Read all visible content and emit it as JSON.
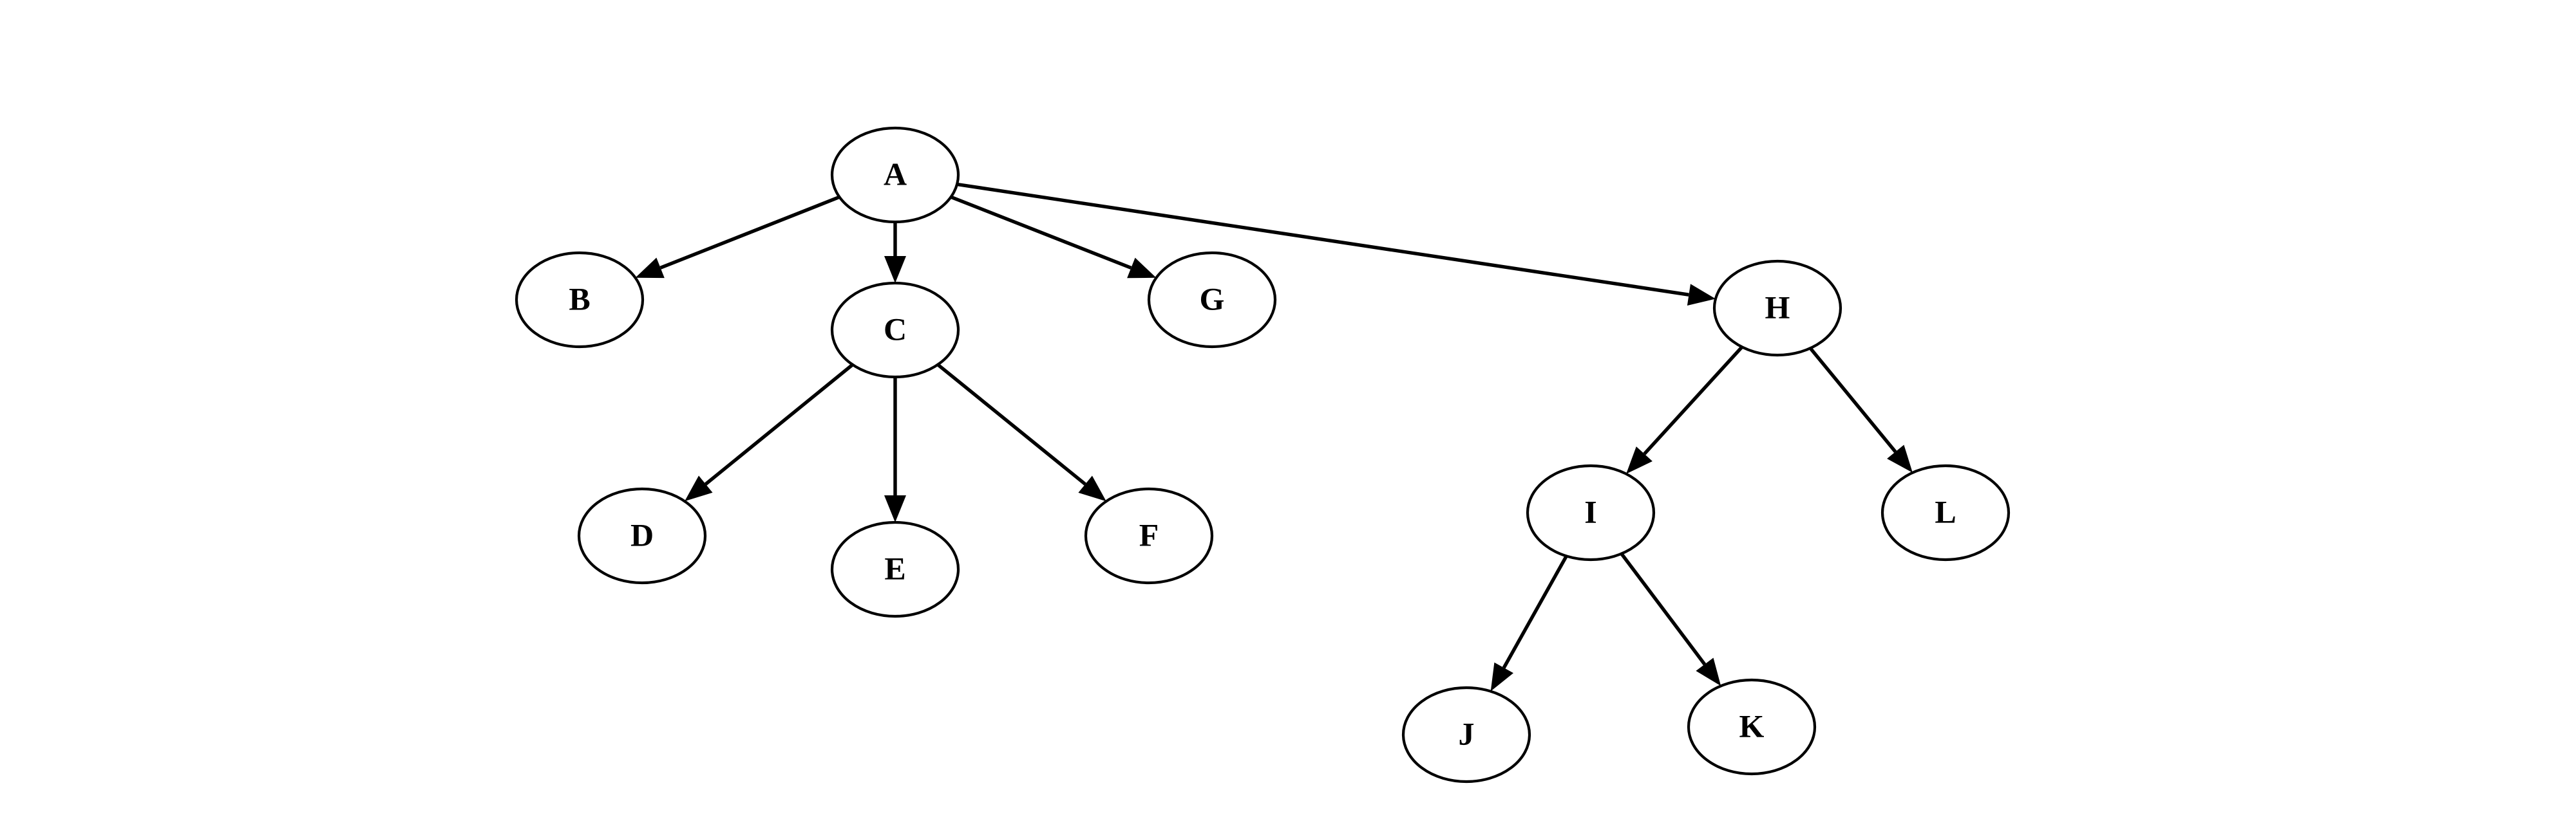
{
  "diagram": {
    "type": "tree",
    "nodes": [
      {
        "id": "A",
        "label": "A"
      },
      {
        "id": "B",
        "label": "B"
      },
      {
        "id": "C",
        "label": "C"
      },
      {
        "id": "G",
        "label": "G"
      },
      {
        "id": "H",
        "label": "H"
      },
      {
        "id": "D",
        "label": "D"
      },
      {
        "id": "E",
        "label": "E"
      },
      {
        "id": "F",
        "label": "F"
      },
      {
        "id": "I",
        "label": "I"
      },
      {
        "id": "L",
        "label": "L"
      },
      {
        "id": "J",
        "label": "J"
      },
      {
        "id": "K",
        "label": "K"
      }
    ],
    "edges": [
      {
        "from": "A",
        "to": "B"
      },
      {
        "from": "A",
        "to": "C"
      },
      {
        "from": "A",
        "to": "G"
      },
      {
        "from": "A",
        "to": "H"
      },
      {
        "from": "C",
        "to": "D"
      },
      {
        "from": "C",
        "to": "E"
      },
      {
        "from": "C",
        "to": "F"
      },
      {
        "from": "H",
        "to": "I"
      },
      {
        "from": "H",
        "to": "L"
      },
      {
        "from": "I",
        "to": "J"
      },
      {
        "from": "I",
        "to": "K"
      }
    ],
    "colors": {
      "stroke": "#000000",
      "fill": "#ffffff",
      "background": "#ffffff"
    }
  }
}
